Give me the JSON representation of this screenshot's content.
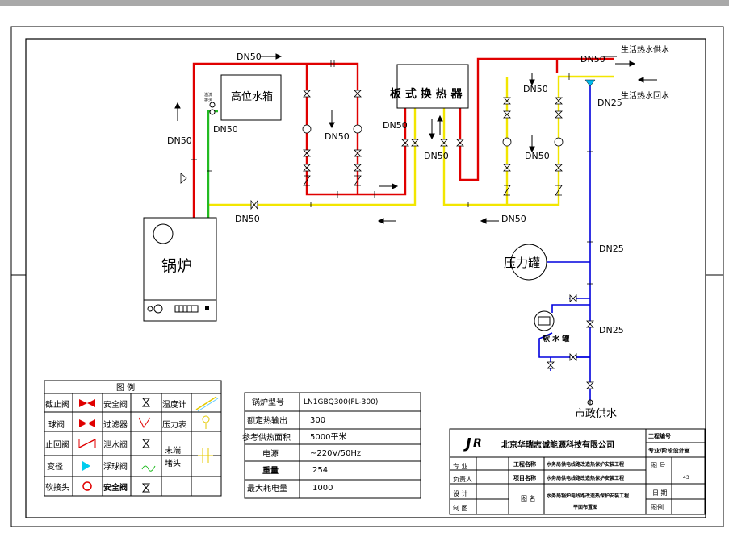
{
  "diagram": {
    "boiler_label": "锅炉",
    "high_tank_label": "高位水箱",
    "high_tank_small_label": "溢流\n排污",
    "heat_exchanger_label": "板 式 换 热 器",
    "pressure_tank_label": "压力罐",
    "softening_tank_label": "软 水 罐",
    "city_water_label": "市政供水",
    "hot_supply_label": "生活热水供水",
    "hot_return_label": "生活热水回水",
    "pipe_labels": {
      "dn50_top": "DN50",
      "dn50_right_top": "DN50",
      "dn50_left": "DN50",
      "dn50_tank": "DN50",
      "dn50_mid1": "DN50",
      "dn50_hx_left": "DN50",
      "dn50_hx_mid": "DN50",
      "dn50_right_mid1": "DN50",
      "dn50_right_mid2": "DN50",
      "dn50_bottom_left": "DN50",
      "dn50_bottom_right": "DN50",
      "dn25_1": "DN25",
      "dn25_2": "DN25",
      "dn25_3": "DN25"
    }
  },
  "legend": {
    "title": "图    例",
    "items": [
      [
        "截止阀",
        "安全阀",
        "温度计"
      ],
      [
        "球阀",
        "过滤器",
        "压力表"
      ],
      [
        "止回阀",
        "泄水阀",
        "末端"
      ],
      [
        "变径",
        "浮球阀",
        "堵头"
      ],
      [
        "软接头",
        "安全阀",
        ""
      ]
    ]
  },
  "specs": {
    "rows": [
      {
        "label": "锅炉型号",
        "value": "LN1GBQ300(FL-300)"
      },
      {
        "label": "额定热输出",
        "value": "300"
      },
      {
        "label": "参考供热面积",
        "value": "5000平米"
      },
      {
        "label": "电源",
        "value": "~220V/50Hz"
      },
      {
        "label": "重量",
        "value": "254"
      },
      {
        "label": "最大耗电量",
        "value": "1000"
      }
    ]
  },
  "title_block": {
    "company": "北京华瑞志诚能源科技有限公司",
    "project_no_label": "工程编号",
    "dept_label": "专业/阶段设计室",
    "drawing_no_label": "图 号",
    "drawing_no_value": "43",
    "date_label": "日 期",
    "scale_label": "图例",
    "prof_label": "专 业",
    "owner_label": "负责人",
    "design_label": "设 计",
    "draw_label": "制 图",
    "eng_name_label": "工程名称",
    "eng_name_value": "水务局供电线路改造热保护安装工程",
    "item_name_label": "项目名称",
    "item_name_value": "水务局供电线路改造热保护安装工程",
    "fig_name_label": "图 名",
    "fig_name_value": "水务局锅炉电线路改造热保护安装工程",
    "fig_name_value2": "平面布置图"
  },
  "colors": {
    "hot": "#e00000",
    "return": "#f2f200",
    "cold": "#0000dd",
    "fill": "#22bb22"
  }
}
